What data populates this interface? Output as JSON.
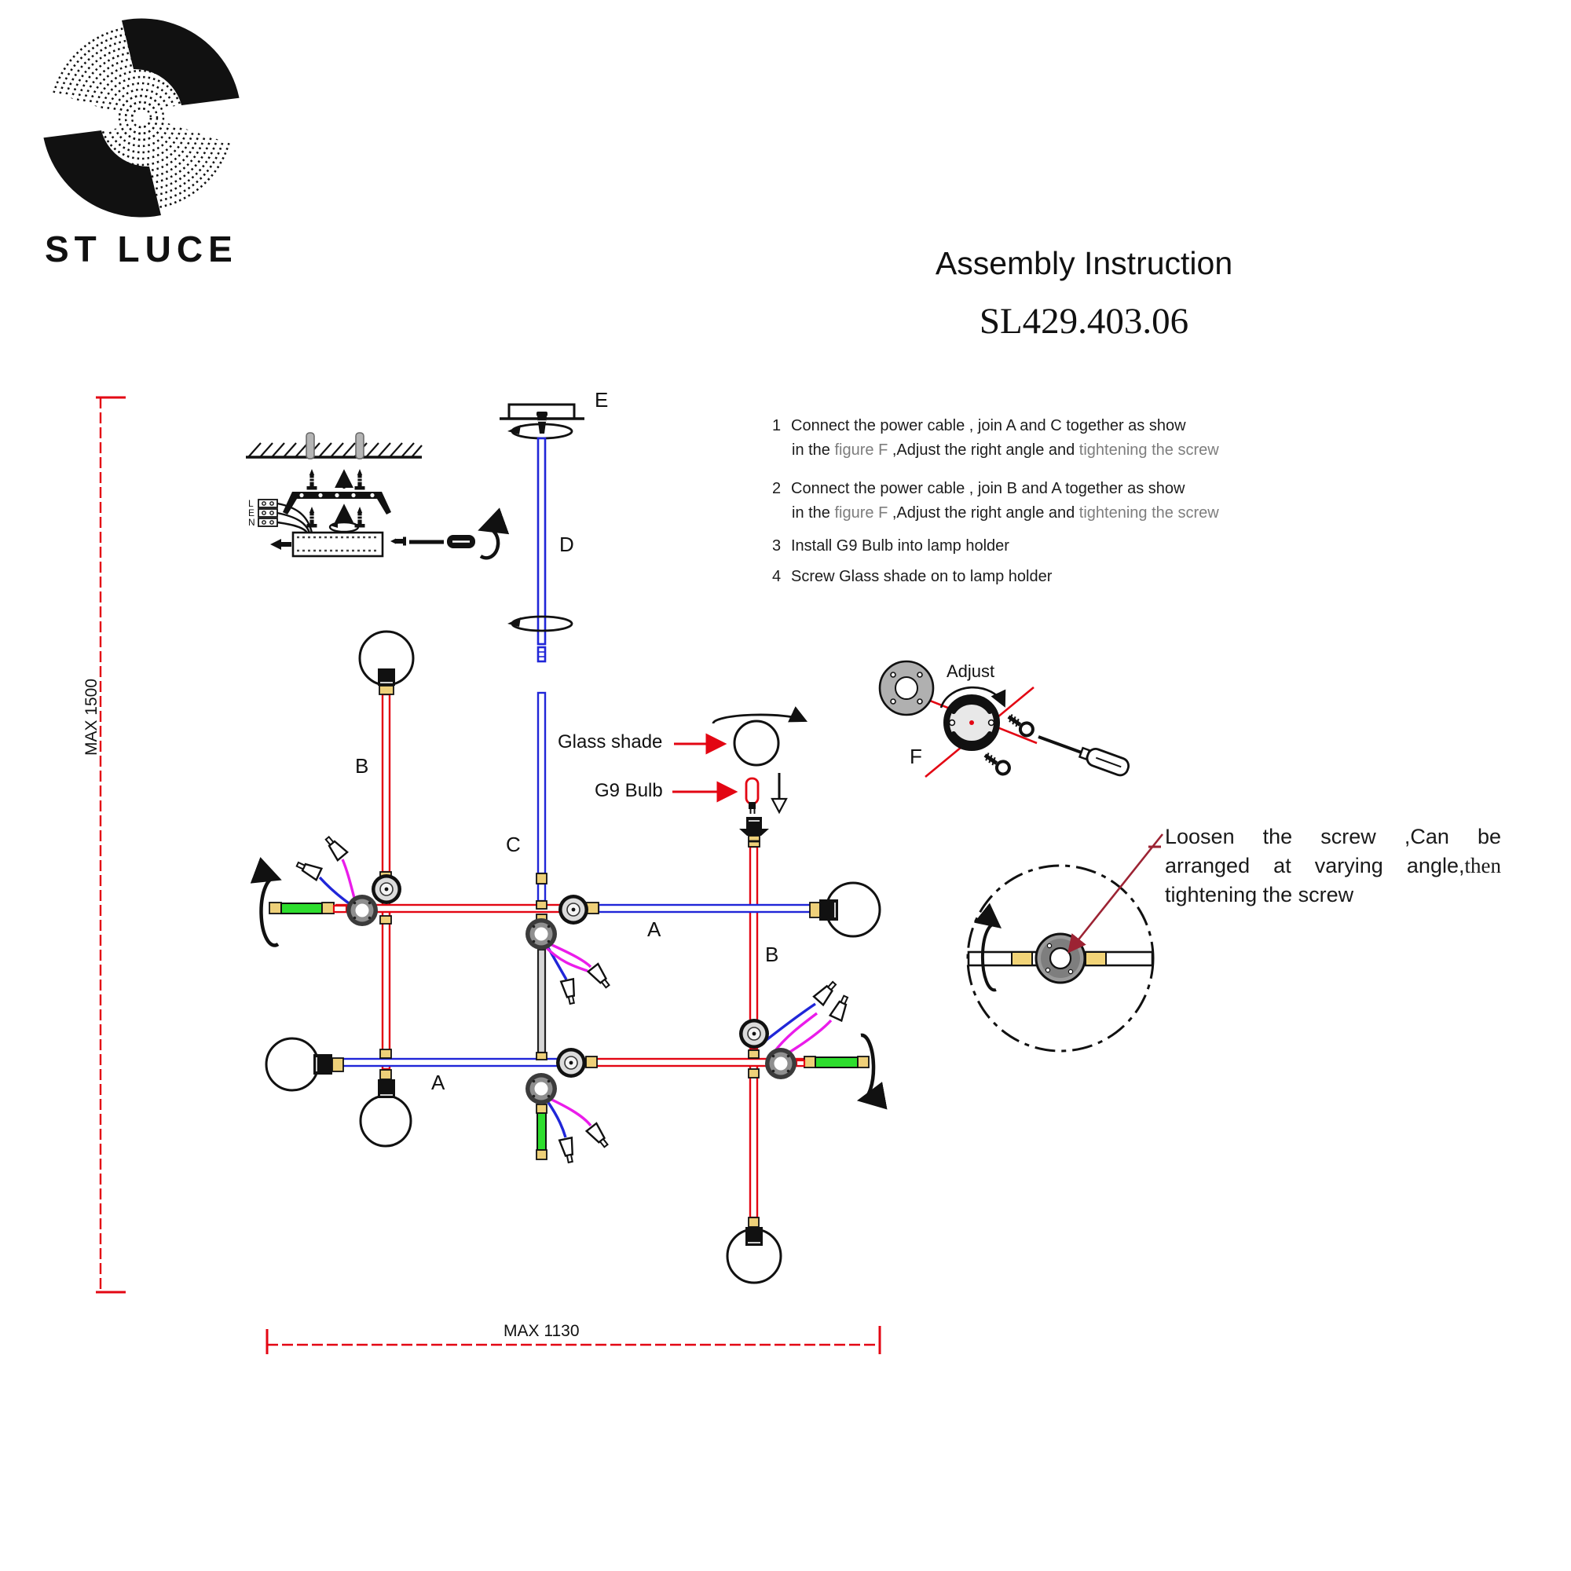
{
  "brand": {
    "name": "ST LUCE"
  },
  "header": {
    "title": "Assembly Instruction",
    "model": "SL429.403.06"
  },
  "steps": [
    {
      "num": "1",
      "text": "Connect the power cable , join A and C together as show",
      "sub_pre": "in the ",
      "sub_gray1": "figure F",
      "sub_mid": " ,Adjust the right angle and ",
      "sub_gray2": "tightening the screw"
    },
    {
      "num": "2",
      "text": "Connect the power cable , join B and A together as show",
      "sub_pre": "in the ",
      "sub_gray1": "figure F",
      "sub_mid": " ,Adjust the right angle and ",
      "sub_gray2": "tightening the screw"
    },
    {
      "num": "3",
      "text": "Install G9 Bulb into lamp holder"
    },
    {
      "num": "4",
      "text": "Screw Glass shade on to lamp holder"
    }
  ],
  "note": {
    "line1": "Loosen the screw ,Can be",
    "line2_main": "arranged at varying angle,",
    "line2_serif": "then",
    "line3": "tightening the screw"
  },
  "dimensions": {
    "height": "MAX 1500",
    "width": "MAX 1130"
  },
  "figure_labels": {
    "a_top": "A",
    "a_bottom": "A",
    "b_left": "B",
    "b_right": "B",
    "c": "C",
    "d": "D",
    "e": "E",
    "f": "F"
  },
  "callouts": {
    "glass_shade": "Glass shade",
    "g9_bulb": "G9 Bulb",
    "adjust": "Adjust"
  },
  "terminal": {
    "line": "L",
    "earth": "E",
    "neutral": "N"
  },
  "colors": {
    "accent_red": "#e30613",
    "rod_blue": "#2026d8",
    "wire_magenta": "#ea1cea",
    "fitting_tan": "#eed079",
    "rod_green": "#2ddd2d"
  }
}
